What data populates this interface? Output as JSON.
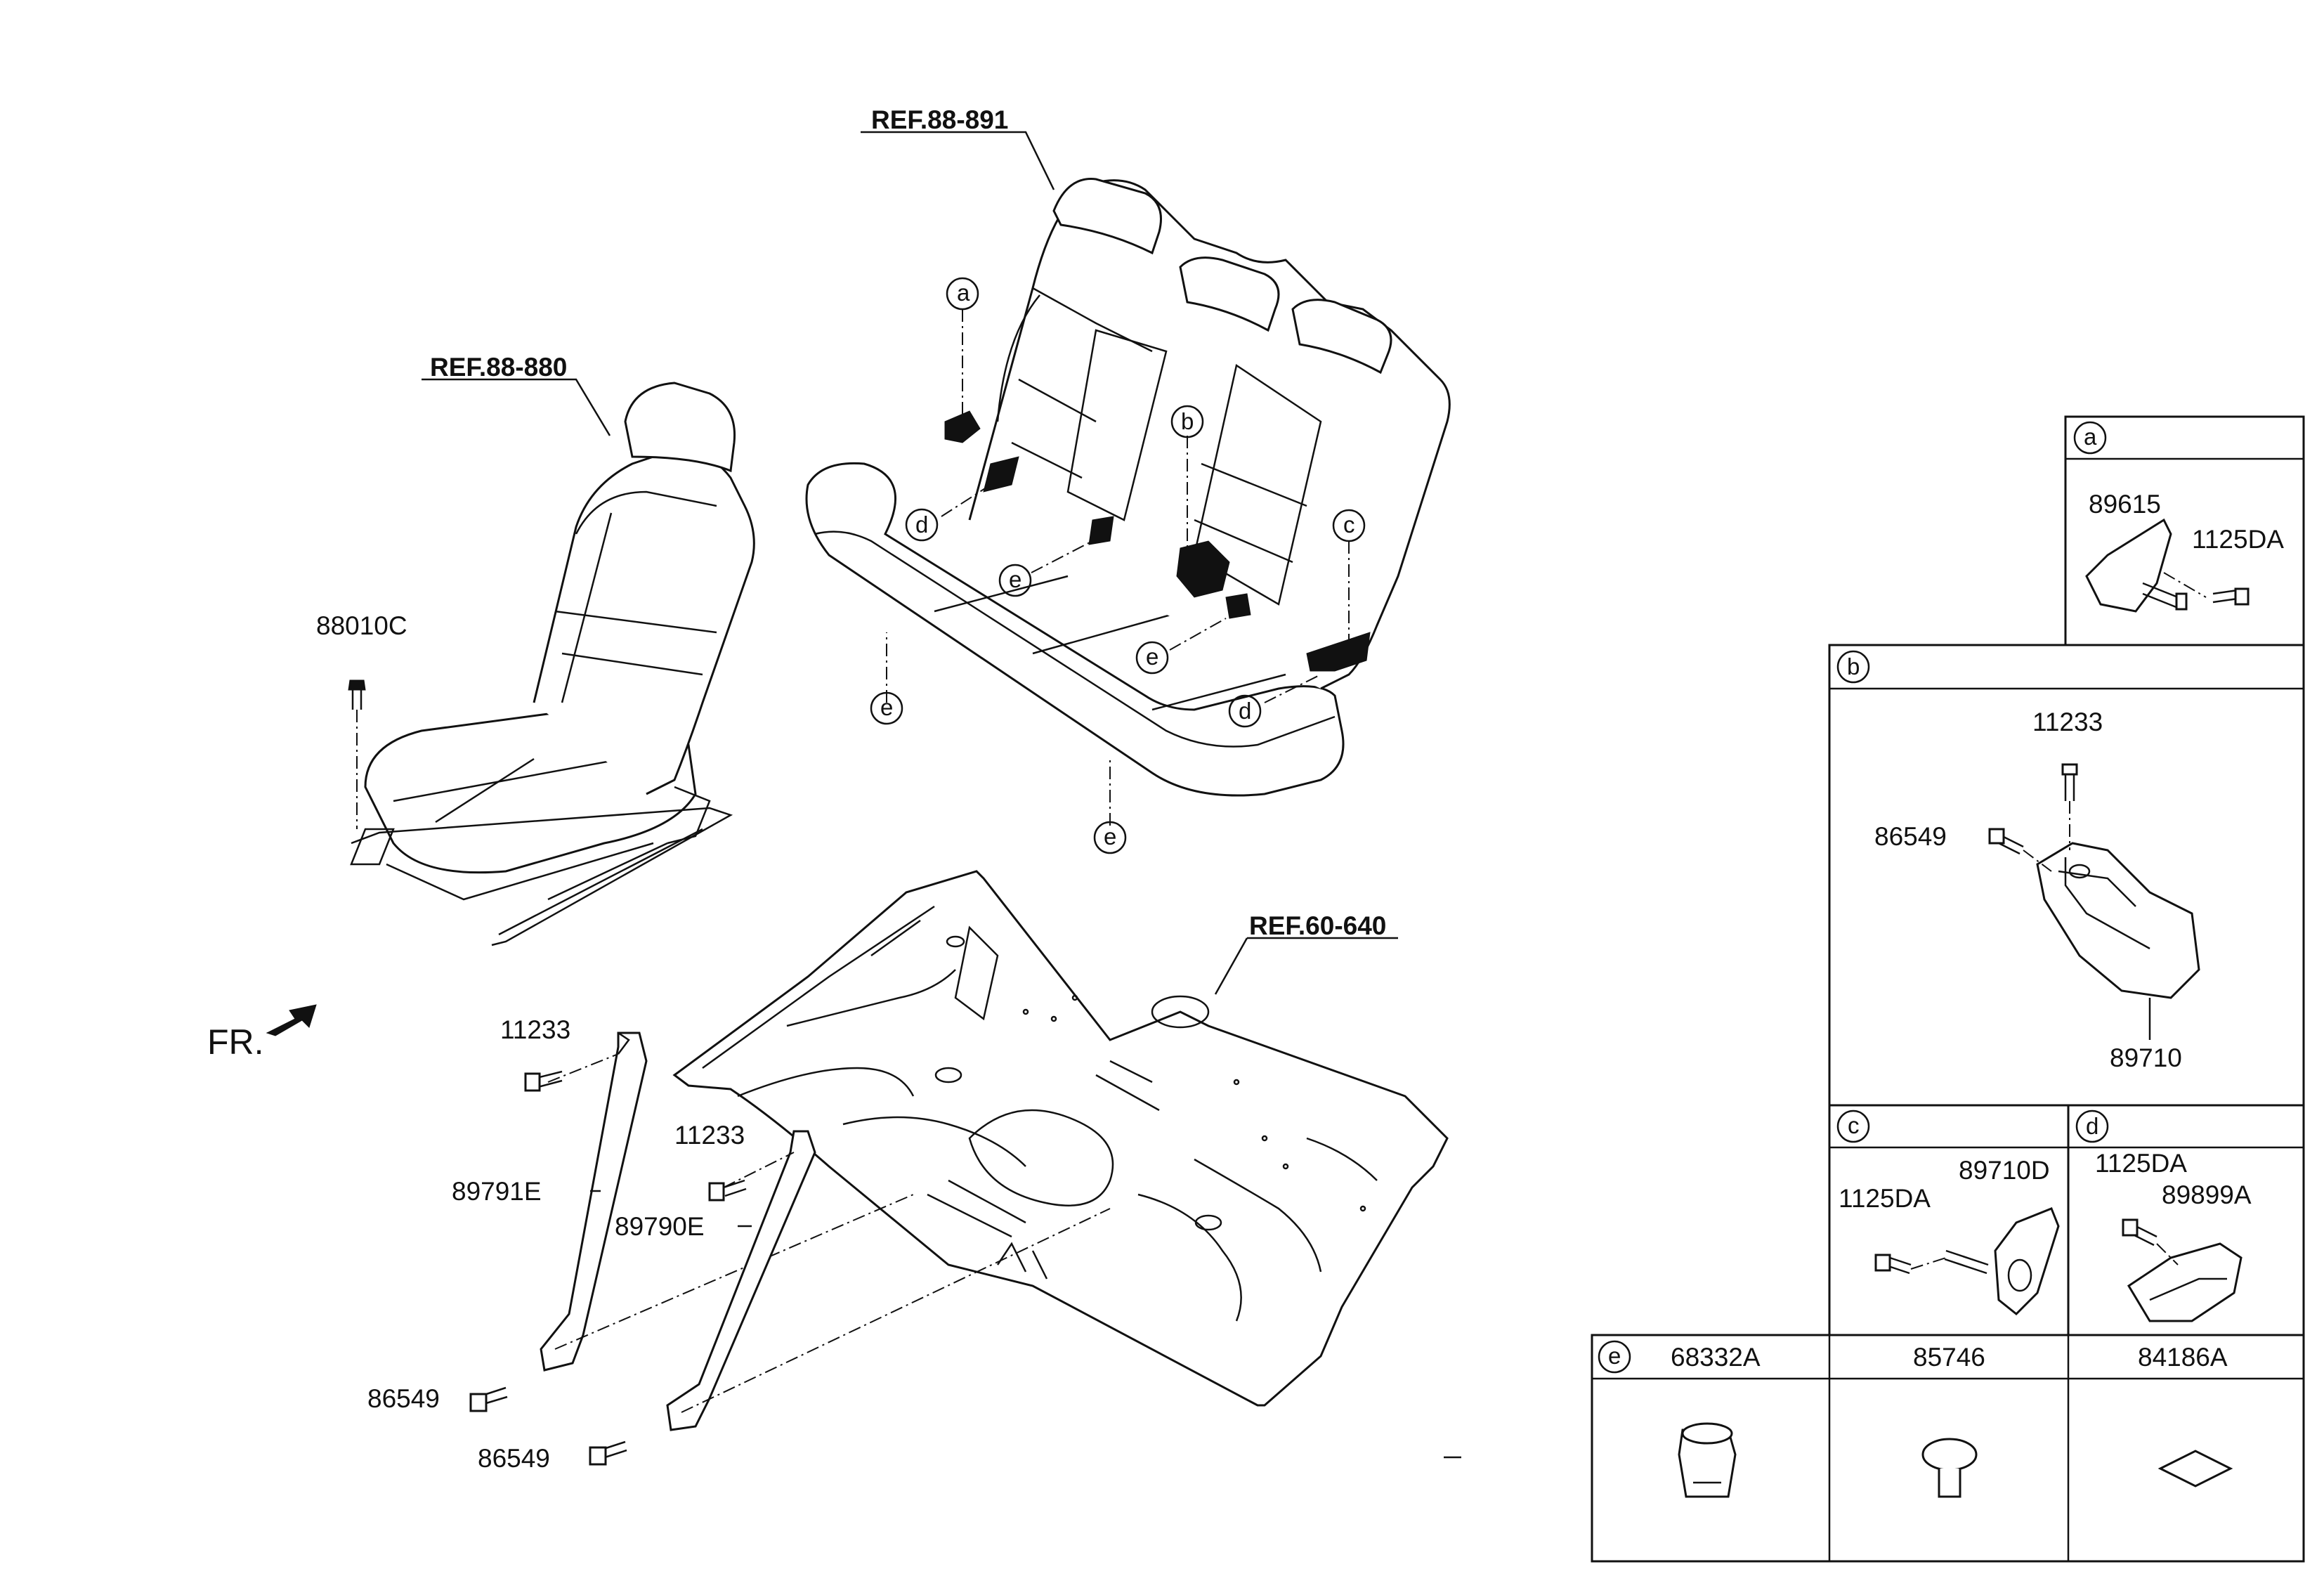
{
  "refs": {
    "rear_seat": "REF.88-891",
    "front_seat": "REF.88-880",
    "floor": "REF.60-640"
  },
  "direction": "FR.",
  "main_labels": {
    "front_bolt": "88010C",
    "bracket_left_bolt_top": "11233",
    "bracket_left": "89791E",
    "bracket_left_bolt_bottom": "86549",
    "bracket_right_bolt_top": "11233",
    "bracket_right": "89790E",
    "bracket_right_bolt_bottom": "86549"
  },
  "callouts": {
    "a": "a",
    "b": "b",
    "c": "c",
    "d": "d",
    "e": "e"
  },
  "detail_a": {
    "key": "a",
    "part": "89615",
    "bolt": "1125DA"
  },
  "detail_b": {
    "key": "b",
    "bolt_top": "11233",
    "bolt_side": "86549",
    "part": "89710"
  },
  "detail_c": {
    "key": "c",
    "bolt": "1125DA",
    "part": "89710D"
  },
  "detail_d": {
    "key": "d",
    "bolt": "1125DA",
    "part": "89899A"
  },
  "detail_e": {
    "key": "e",
    "col1": "68332A",
    "col2": "85746",
    "col3": "84186A"
  }
}
